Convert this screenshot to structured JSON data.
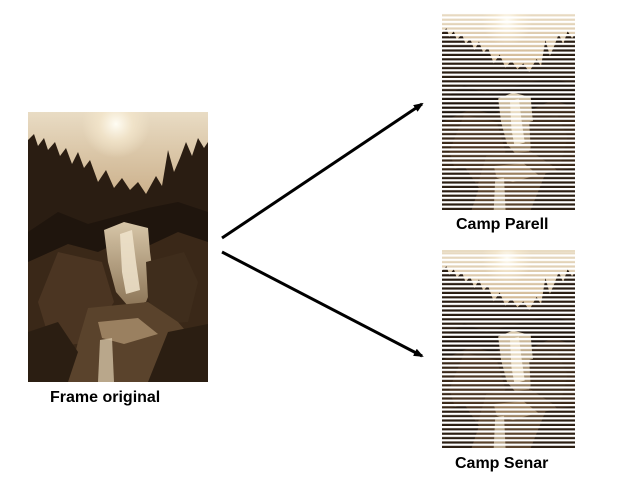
{
  "captions": {
    "original": "Frame original",
    "top_field": "Camp Parell",
    "bottom_field": "Camp Senar"
  },
  "colors": {
    "sepia_sky": "#d8c3a3",
    "sepia_dark": "#24180f",
    "arrow": "#000000",
    "line_mask": "#ffffff"
  },
  "icons": {
    "arrow_to_top": "arrow-up-right-icon",
    "arrow_to_bottom": "arrow-down-right-icon"
  }
}
